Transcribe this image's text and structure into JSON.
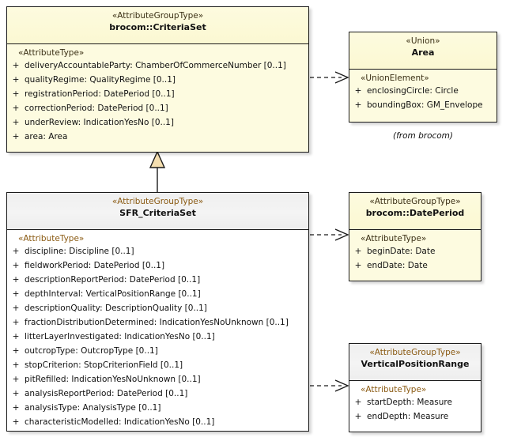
{
  "diagram": {
    "title": "UML class diagram SFR_CriteriaSet",
    "accent_yellow": "#fdfbe0",
    "accent_grey": "#ffffff",
    "border_color": "#1a1a1a",
    "stereotype_color": "#3a2f14",
    "generalization_fill": "#f5dfb0"
  },
  "classes": {
    "criteria_set": {
      "stereotype": "«AttributeGroupType»",
      "name": "brocom::CriteriaSet",
      "compartment_label": "«AttributeType»",
      "attributes": [
        {
          "visibility": "+",
          "text": "deliveryAccountableParty: ChamberOfCommerceNumber [0..1]"
        },
        {
          "visibility": "+",
          "text": "qualityRegime: QualityRegime [0..1]"
        },
        {
          "visibility": "+",
          "text": "registrationPeriod: DatePeriod [0..1]"
        },
        {
          "visibility": "+",
          "text": "correctionPeriod: DatePeriod [0..1]"
        },
        {
          "visibility": "+",
          "text": "underReview: IndicationYesNo [0..1]"
        },
        {
          "visibility": "+",
          "text": "area: Area"
        }
      ]
    },
    "area": {
      "stereotype": "«Union»",
      "name": "Area",
      "compartment_label": "«UnionElement»",
      "attributes": [
        {
          "visibility": "+",
          "text": "enclosingCircle: Circle"
        },
        {
          "visibility": "+",
          "text": "boundingBox: GM_Envelope"
        }
      ],
      "from_note": "(from brocom)"
    },
    "sfr_criteria_set": {
      "stereotype": "«AttributeGroupType»",
      "name": "SFR_CriteriaSet",
      "compartment_label": "«AttributeType»",
      "attributes": [
        {
          "visibility": "+",
          "text": "discipline: Discipline [0..1]"
        },
        {
          "visibility": "+",
          "text": "fieldworkPeriod: DatePeriod [0..1]"
        },
        {
          "visibility": "+",
          "text": "descriptionReportPeriod: DatePeriod [0..1]"
        },
        {
          "visibility": "+",
          "text": "depthInterval: VerticalPositionRange [0..1]"
        },
        {
          "visibility": "+",
          "text": "descriptionQuality: DescriptionQuality [0..1]"
        },
        {
          "visibility": "+",
          "text": "fractionDistributionDetermined: IndicationYesNoUnknown [0..1]"
        },
        {
          "visibility": "+",
          "text": "litterLayerInvestigated: IndicationYesNo [0..1]"
        },
        {
          "visibility": "+",
          "text": "outcropType: OutcropType [0..1]"
        },
        {
          "visibility": "+",
          "text": "stopCriterion: StopCriterionField [0..1]"
        },
        {
          "visibility": "+",
          "text": "pitRefilled: IndicationYesNoUnknown [0..1]"
        },
        {
          "visibility": "+",
          "text": "analysisReportPeriod: DatePeriod [0..1]"
        },
        {
          "visibility": "+",
          "text": "analysisType: AnalysisType [0..1]"
        },
        {
          "visibility": "+",
          "text": "characteristicModelled: IndicationYesNo [0..1]"
        }
      ]
    },
    "date_period": {
      "stereotype": "«AttributeGroupType»",
      "name": "brocom::DatePeriod",
      "compartment_label": "«AttributeType»",
      "attributes": [
        {
          "visibility": "+",
          "text": "beginDate: Date"
        },
        {
          "visibility": "+",
          "text": "endDate: Date"
        }
      ]
    },
    "vertical_position_range": {
      "stereotype": "«AttributeGroupType»",
      "name": "VerticalPositionRange",
      "compartment_label": "«AttributeType»",
      "attributes": [
        {
          "visibility": "+",
          "text": "startDepth: Measure"
        },
        {
          "visibility": "+",
          "text": "endDepth: Measure"
        }
      ]
    }
  },
  "connectors": [
    {
      "name": "generalization-sfr-to-criteriaset",
      "kind": "generalization"
    },
    {
      "name": "dependency-criteriaset-to-area",
      "kind": "dependency"
    },
    {
      "name": "dependency-sfr-to-dateperiod",
      "kind": "dependency"
    },
    {
      "name": "dependency-sfr-to-verticalpositionrange",
      "kind": "dependency"
    }
  ]
}
